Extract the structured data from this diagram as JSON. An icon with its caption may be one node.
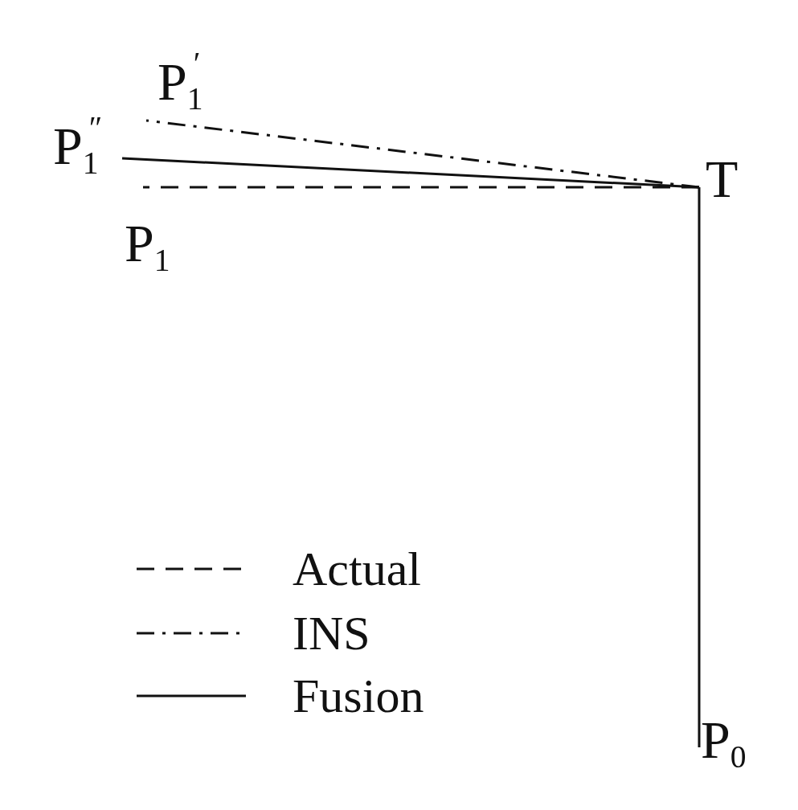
{
  "diagram": {
    "nodes": [
      {
        "text": [
          "P$_{1}$$^{′}$"
        ]
      },
      {
        "text": [
          "P$_{1}$$^{″}$"
        ]
      },
      {
        "text": [
          "P$_{1}$"
        ]
      },
      {
        "text": [
          "T"
        ]
      },
      {
        "text": [
          "P$_{0}$"
        ]
      }
    ],
    "edges": [
      {
        "from": 4,
        "to": 3,
        "arrow": "none"
      },
      {
        "from": 3,
        "to": 0,
        "arrow": "none",
        "style": "dashed"
      },
      {
        "from": 3,
        "to": 1,
        "arrow": "none"
      },
      {
        "from": 3,
        "to": 2,
        "arrow": "none",
        "style": "dashed"
      }
    ],
    "legend": [
      {
        "text": "Actual"
      },
      {
        "text": "INS"
      },
      {
        "text": "Fusion"
      }
    ]
  }
}
